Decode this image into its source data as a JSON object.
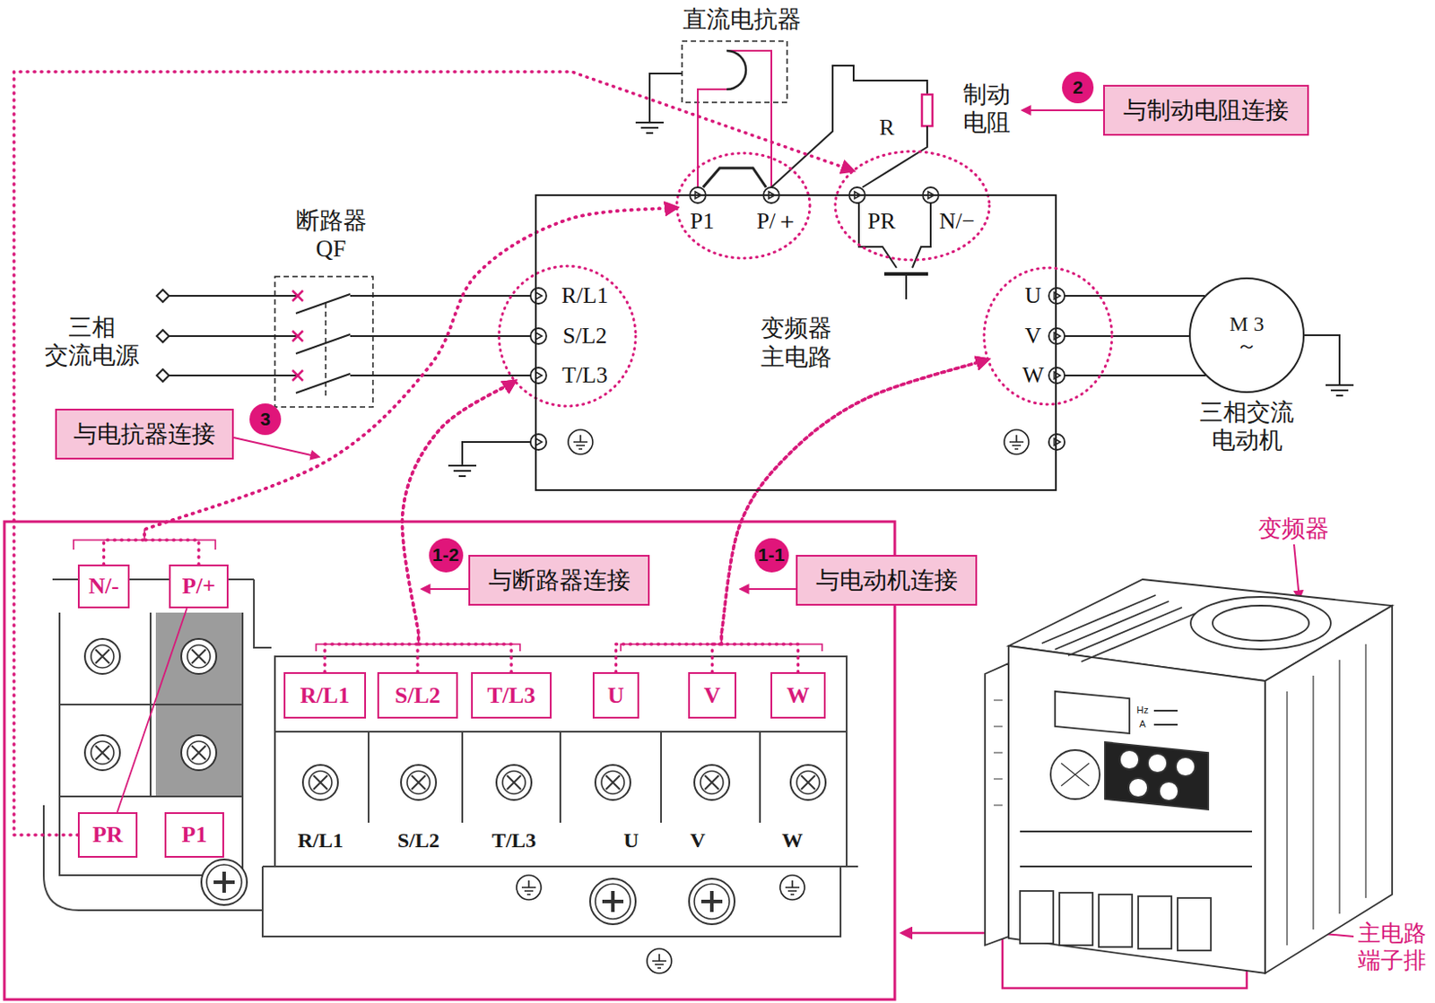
{
  "diagram": {
    "nodes": [
      {
        "text": [
          "2"
        ]
      },
      {
        "text": [
          "与制动电阻连接"
        ]
      },
      {
        "text": [
          "P1",
          "P/＋"
        ]
      },
      {
        "text": [
          "PR",
          "N/−"
        ]
      },
      {
        "text": [
          "R/L1",
          "S/L2",
          "T/L3"
        ]
      },
      {
        "text": [
          "变频器 主电路"
        ]
      },
      {
        "text": [
          "U",
          "V",
          "W"
        ]
      },
      {
        "text": [
          "M 3～",
          "三相交流 电动机"
        ]
      },
      {
        "text": [
          "3"
        ]
      },
      {
        "text": [
          "与电抗器连接"
        ]
      },
      {
        "text": [
          "1-2"
        ]
      },
      {
        "text": [
          "与断路器连接"
        ]
      },
      {
        "text": [
          "1-1"
        ]
      },
      {
        "text": [
          "与电动机连接"
        ]
      },
      {
        "text": [
          "N/-"
        ]
      },
      {
        "text": [
          "P/+"
        ]
      },
      {
        "text": [
          "R/L1"
        ]
      },
      {
        "text": [
          "S/L2"
        ]
      },
      {
        "text": [
          "T/L3"
        ]
      },
      {
        "text": [
          "U"
        ]
      },
      {
        "text": [
          "V"
        ]
      },
      {
        "text": [
          "W"
        ]
      },
      {
        "text": [
          "PR"
        ]
      },
      {
        "text": [
          "P1"
        ]
      }
    ],
    "edges": [
      {
        "from": 14,
        "to": 2,
        "arrow": "to"
      },
      {
        "from": 15,
        "to": 2,
        "arrow": "to"
      },
      {
        "from": 16,
        "to": 4,
        "arrow": "to"
      },
      {
        "from": 17,
        "to": 4,
        "arrow": "to"
      },
      {
        "from": 18,
        "to": 4,
        "arrow": "to"
      },
      {
        "from": 19,
        "to": 6,
        "arrow": "to"
      },
      {
        "from": 20,
        "to": 6,
        "arrow": "to"
      },
      {
        "from": 21,
        "to": 6,
        "arrow": "to"
      },
      {
        "from": 22,
        "to": 3,
        "arrow": "to"
      },
      {
        "from": 15,
        "to": 22,
        "arrow": "none"
      }
    ],
    "labels": [
      "直流电抗器",
      "R",
      "制动 电阻",
      "断路器 QF",
      "三相 交流电源",
      "R/L1",
      "S/L2",
      "T/L3",
      "U",
      "V",
      "W",
      "变频器",
      "主电路 端子排",
      "Hz",
      "A"
    ]
  }
}
